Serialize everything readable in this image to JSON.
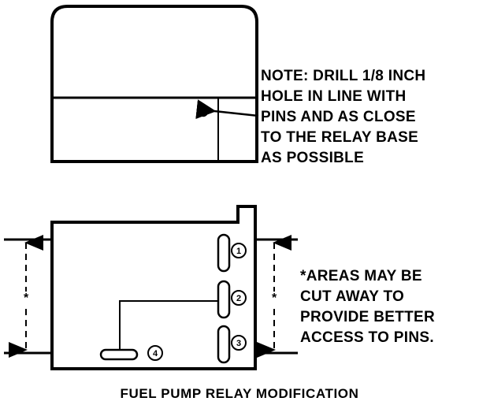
{
  "top_diagram": {
    "note_lines": [
      "NOTE: DRILL 1/8 INCH",
      "HOLE IN LINE WITH",
      "PINS AND AS CLOSE",
      "TO THE RELAY BASE",
      "AS POSSIBLE"
    ]
  },
  "bottom_diagram": {
    "pins": [
      {
        "label": "1"
      },
      {
        "label": "2"
      },
      {
        "label": "3"
      },
      {
        "label": "4"
      }
    ],
    "dimension_mark_left": "*",
    "dimension_mark_right": "*",
    "note_lines": [
      "*AREAS MAY BE",
      "CUT AWAY TO",
      "PROVIDE BETTER",
      "ACCESS TO PINS."
    ]
  },
  "caption": "FUEL PUMP RELAY MODIFICATION",
  "colors": {
    "ink": "#000000",
    "paper": "#ffffff"
  }
}
